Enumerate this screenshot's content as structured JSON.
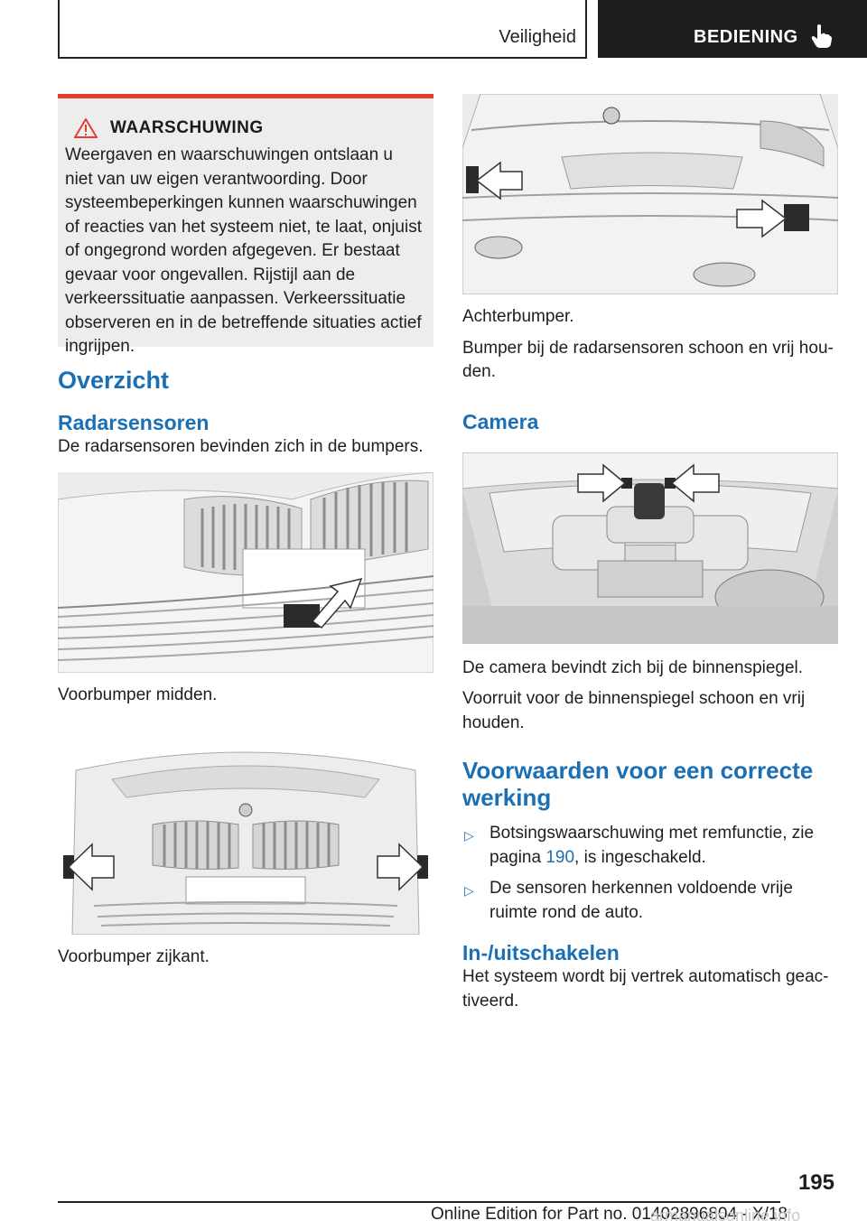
{
  "header": {
    "section": "Veiligheid",
    "chapter": "BEDIENING"
  },
  "warning": {
    "title": "WAARSCHUWING",
    "text": "Weergaven en waarschuwingen ontslaan u niet van uw eigen verantwoording. Door systeem­beperkingen kunnen waarschuwingen of reac­ties van het systeem niet, te laat, onjuist of on­gegrond worden afgegeven. Er bestaat gevaar voor ongevallen. Rijstijl aan de verkeerssituatie aanpassen. Verkeerssituatie observeren en in de betreffende situaties actief ingrijpen."
  },
  "left": {
    "h1": "Overzicht",
    "h2": "Radarsensoren",
    "intro": "De radarsensoren bevinden zich in de bumpers.",
    "caption1": "Voorbumper midden.",
    "caption2": "Voorbumper zijkant."
  },
  "right": {
    "caption_rear": "Achterbumper.",
    "rear_text": "Bumper bij de radarsensoren schoon en vrij hou­den.",
    "h_camera": "Camera",
    "camera_caption": "De camera bevindt zich bij de binnenspiegel.",
    "camera_text": "Voorruit voor de binnenspiegel schoon en vrij houden.",
    "h_conditions": "Voorwaarden voor een correcte werking",
    "bullet1_pre": "Botsingswaarschuwing met remfunctie, zie pagina ",
    "bullet1_link": "190",
    "bullet1_post": ", is ingeschakeld.",
    "bullet2": "De sensoren herkennen voldoende vrije ruimte rond de auto.",
    "h_switch": "In-/uitschakelen",
    "switch_text": "Het systeem wordt bij vertrek automatisch geac­tiveerd."
  },
  "footer": {
    "page_number": "195",
    "edition": "Online Edition for Part no. 01402896804 - X/18",
    "watermark": "armanualsonline.info"
  }
}
